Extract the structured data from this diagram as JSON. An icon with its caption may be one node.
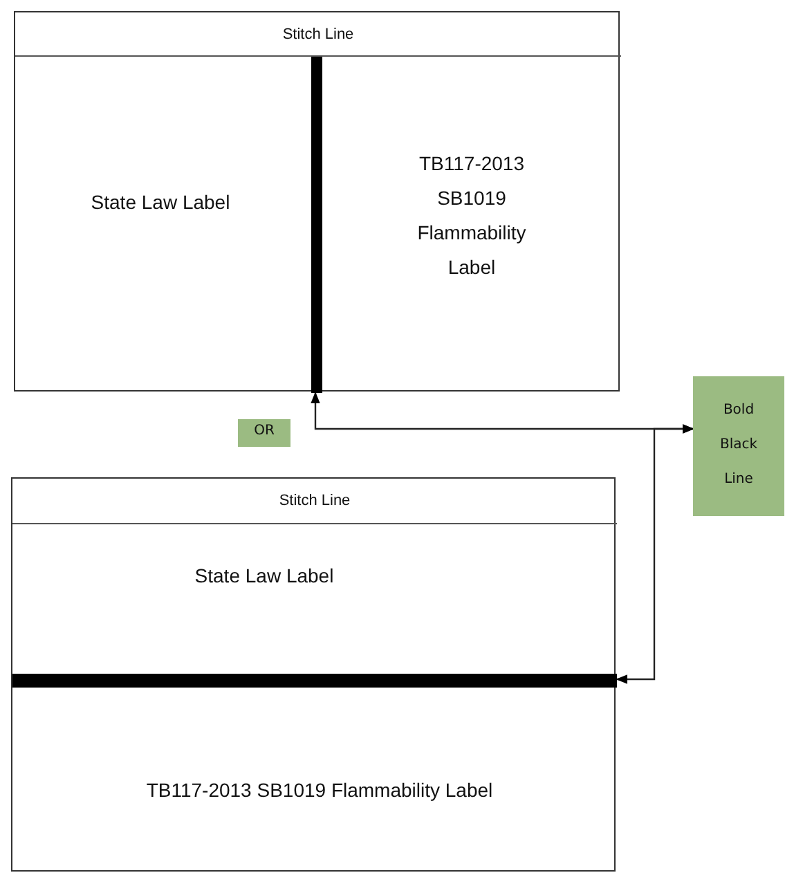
{
  "diagram": {
    "nodes": [
      {
        "text": [],
        "shape": "box"
      },
      {
        "text": [
          "Stitch Line"
        ],
        "in": 0
      },
      {
        "text": [
          "State Law Label"
        ],
        "in": 0
      },
      {
        "text": [],
        "shape": "bar",
        "in": 0
      },
      {
        "text": [
          "TB117-2013 SB1019 Flammability Label"
        ],
        "in": 0
      },
      {
        "text": [
          "OR"
        ]
      },
      {
        "text": [
          "Bold Black Line"
        ]
      },
      {
        "text": [],
        "shape": "box"
      },
      {
        "text": [
          "Stitch Line"
        ],
        "in": 7
      },
      {
        "text": [
          "State Law Label"
        ],
        "in": 7
      },
      {
        "text": [],
        "shape": "bar",
        "in": 7
      },
      {
        "text": [
          "TB117-2013 SB1019 Flammability Label"
        ],
        "in": 7
      }
    ],
    "edges": [
      {
        "from": 6,
        "to": 3,
        "arrow": "both"
      },
      {
        "from": 6,
        "to": 10,
        "arrow": "both"
      }
    ]
  }
}
